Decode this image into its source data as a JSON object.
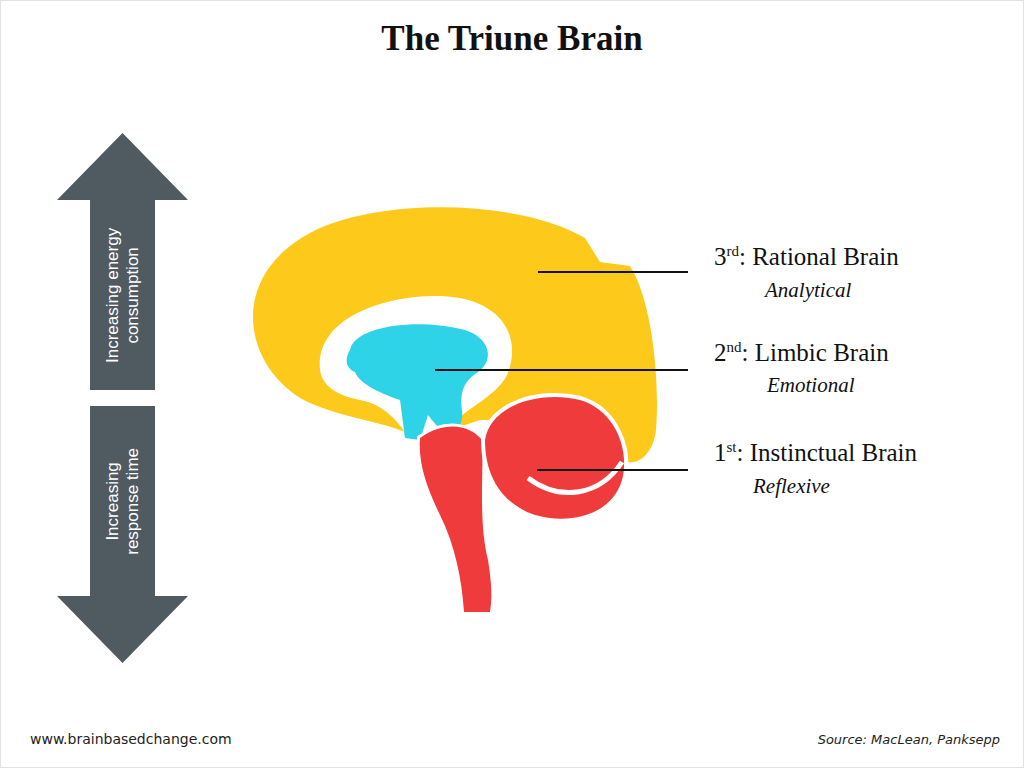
{
  "diagram": {
    "title": "The Triune Brain",
    "nodes": [
      {
        "text": [
          "Increasing energy consumption"
        ]
      },
      {
        "text": [
          "Increasing response time"
        ]
      }
    ],
    "labels": [
      "3rd: Rational Brain",
      "Analytical",
      "2nd: Limbic Brain",
      "Emotional",
      "1st: Instinctual Brain",
      "Reflexive",
      "www.brainbasedchange.com",
      "Source: MacLean, Panksepp"
    ]
  }
}
